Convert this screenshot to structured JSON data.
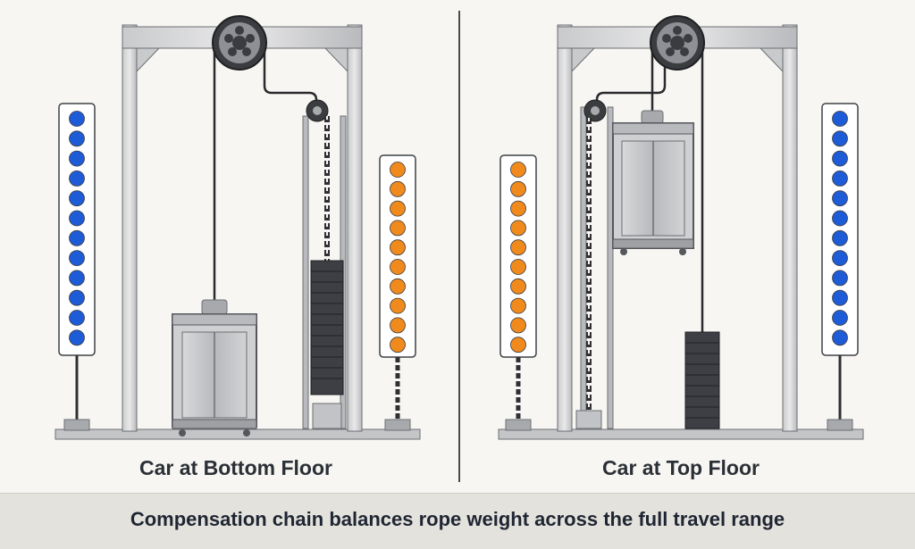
{
  "panels": [
    {
      "caption": "Car at Bottom Floor",
      "car_position": "bottom",
      "left_column_color": "#1e5bd6",
      "right_column_color": "#f08a1c"
    },
    {
      "caption": "Car at Top Floor",
      "car_position": "top",
      "left_column_color": "#f08a1c",
      "right_column_color": "#1e5bd6"
    }
  ],
  "footer": {
    "text": "Compensation chain balances rope weight across the full travel range"
  },
  "colors": {
    "frame": "#bfc0c2",
    "frame_edge": "#6b6e73",
    "rope": "#2a2b2e",
    "counterweight": "#3d3f44",
    "blue_dot": "#1e5bd6",
    "orange_dot": "#f08a1c"
  }
}
